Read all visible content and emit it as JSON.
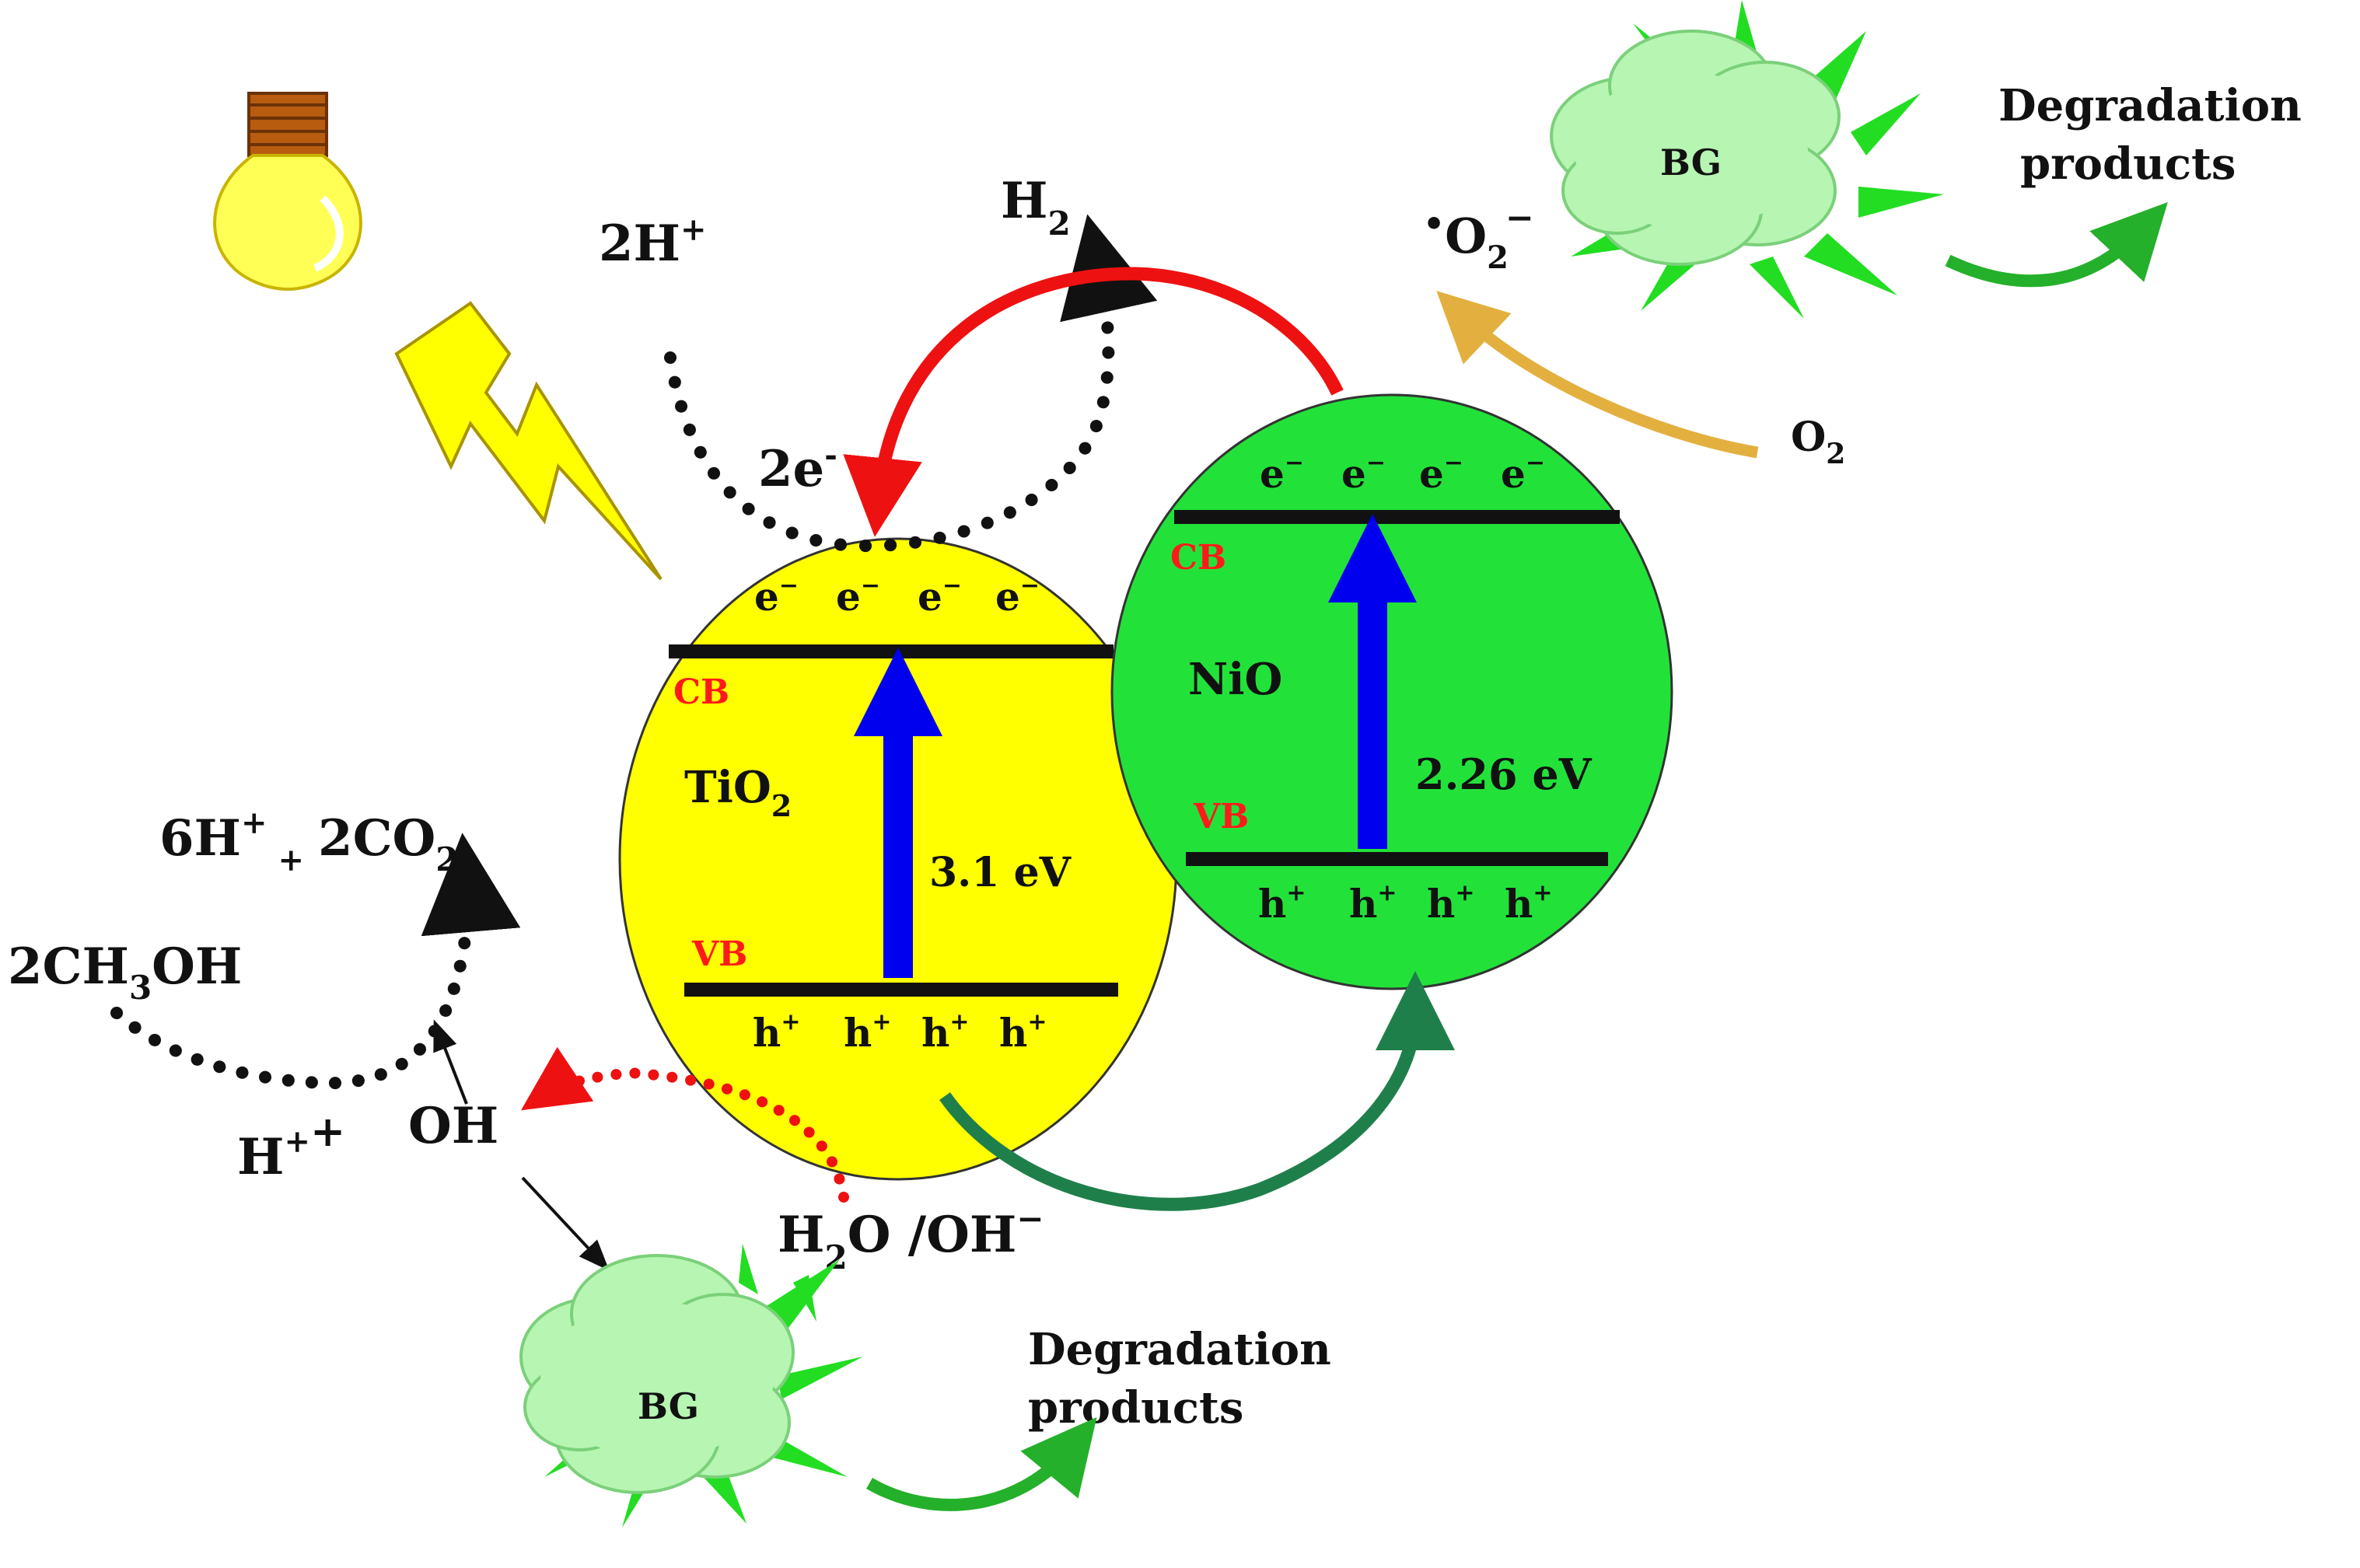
{
  "colors": {
    "tio2_fill": "#ffff00",
    "nio_fill": "#22e23a",
    "cloud_fill": "#b6f5b2",
    "spike_fill": "#22dd22",
    "band_line": "#111111",
    "excitation_arrow": "#0000ee",
    "band_label": "#ff1a1a",
    "electron_transfer_arrow": "#ee1111",
    "hole_transfer_arrow": "#1f7f4a",
    "oxygen_arrow": "#e3b040",
    "product_arrow": "#24b02a",
    "bolt": "#ffff00",
    "bulb": "#ffff55"
  },
  "icons": [
    "light-bulb-icon",
    "lightning-bolt-icon",
    "cloud-burst-icon"
  ],
  "tio2": {
    "name": "TiO",
    "name_sub": "2",
    "cb_label": "CB",
    "vb_label": "VB",
    "band_gap": "3.1 eV",
    "electron_symbol": "e",
    "electron_sup": "−",
    "hole_symbol": "h",
    "hole_sup": "+"
  },
  "nio": {
    "name": "NiO",
    "cb_label": "CB",
    "vb_label": "VB",
    "band_gap": "2.26 eV",
    "electron_symbol": "e",
    "electron_sup": "−",
    "hole_symbol": "h",
    "hole_sup": "+"
  },
  "reactions": {
    "proton": {
      "text": "2H",
      "sup": "+"
    },
    "hydrogen": {
      "text": "H",
      "sub": "2"
    },
    "two_electrons": {
      "text": "2e",
      "sup": "-"
    },
    "superoxide": {
      "dot": "•",
      "text": "O",
      "sub": "2",
      "sup": "−"
    },
    "oxygen": {
      "text": "O",
      "sub": "2"
    },
    "products": {
      "lead": "6H",
      "lead_sup": "+",
      "plus": "+",
      "text": "2CO",
      "sub": "2"
    },
    "methanol": {
      "pre": "2CH",
      "sub": "3",
      "post": "OH"
    },
    "h_plus": {
      "text": "H",
      "sup": "+",
      "plus": "+"
    },
    "hydroxyl": {
      "text": "OH"
    },
    "water": {
      "pre": "H",
      "sub": "2",
      "post": "O /OH",
      "sup": "−"
    }
  },
  "dye_top": {
    "label": "BG",
    "products_line1": "Degradation",
    "products_line2": "products"
  },
  "dye_bottom": {
    "label": "BG",
    "products_line1": "Degradation",
    "products_line2": "products"
  }
}
